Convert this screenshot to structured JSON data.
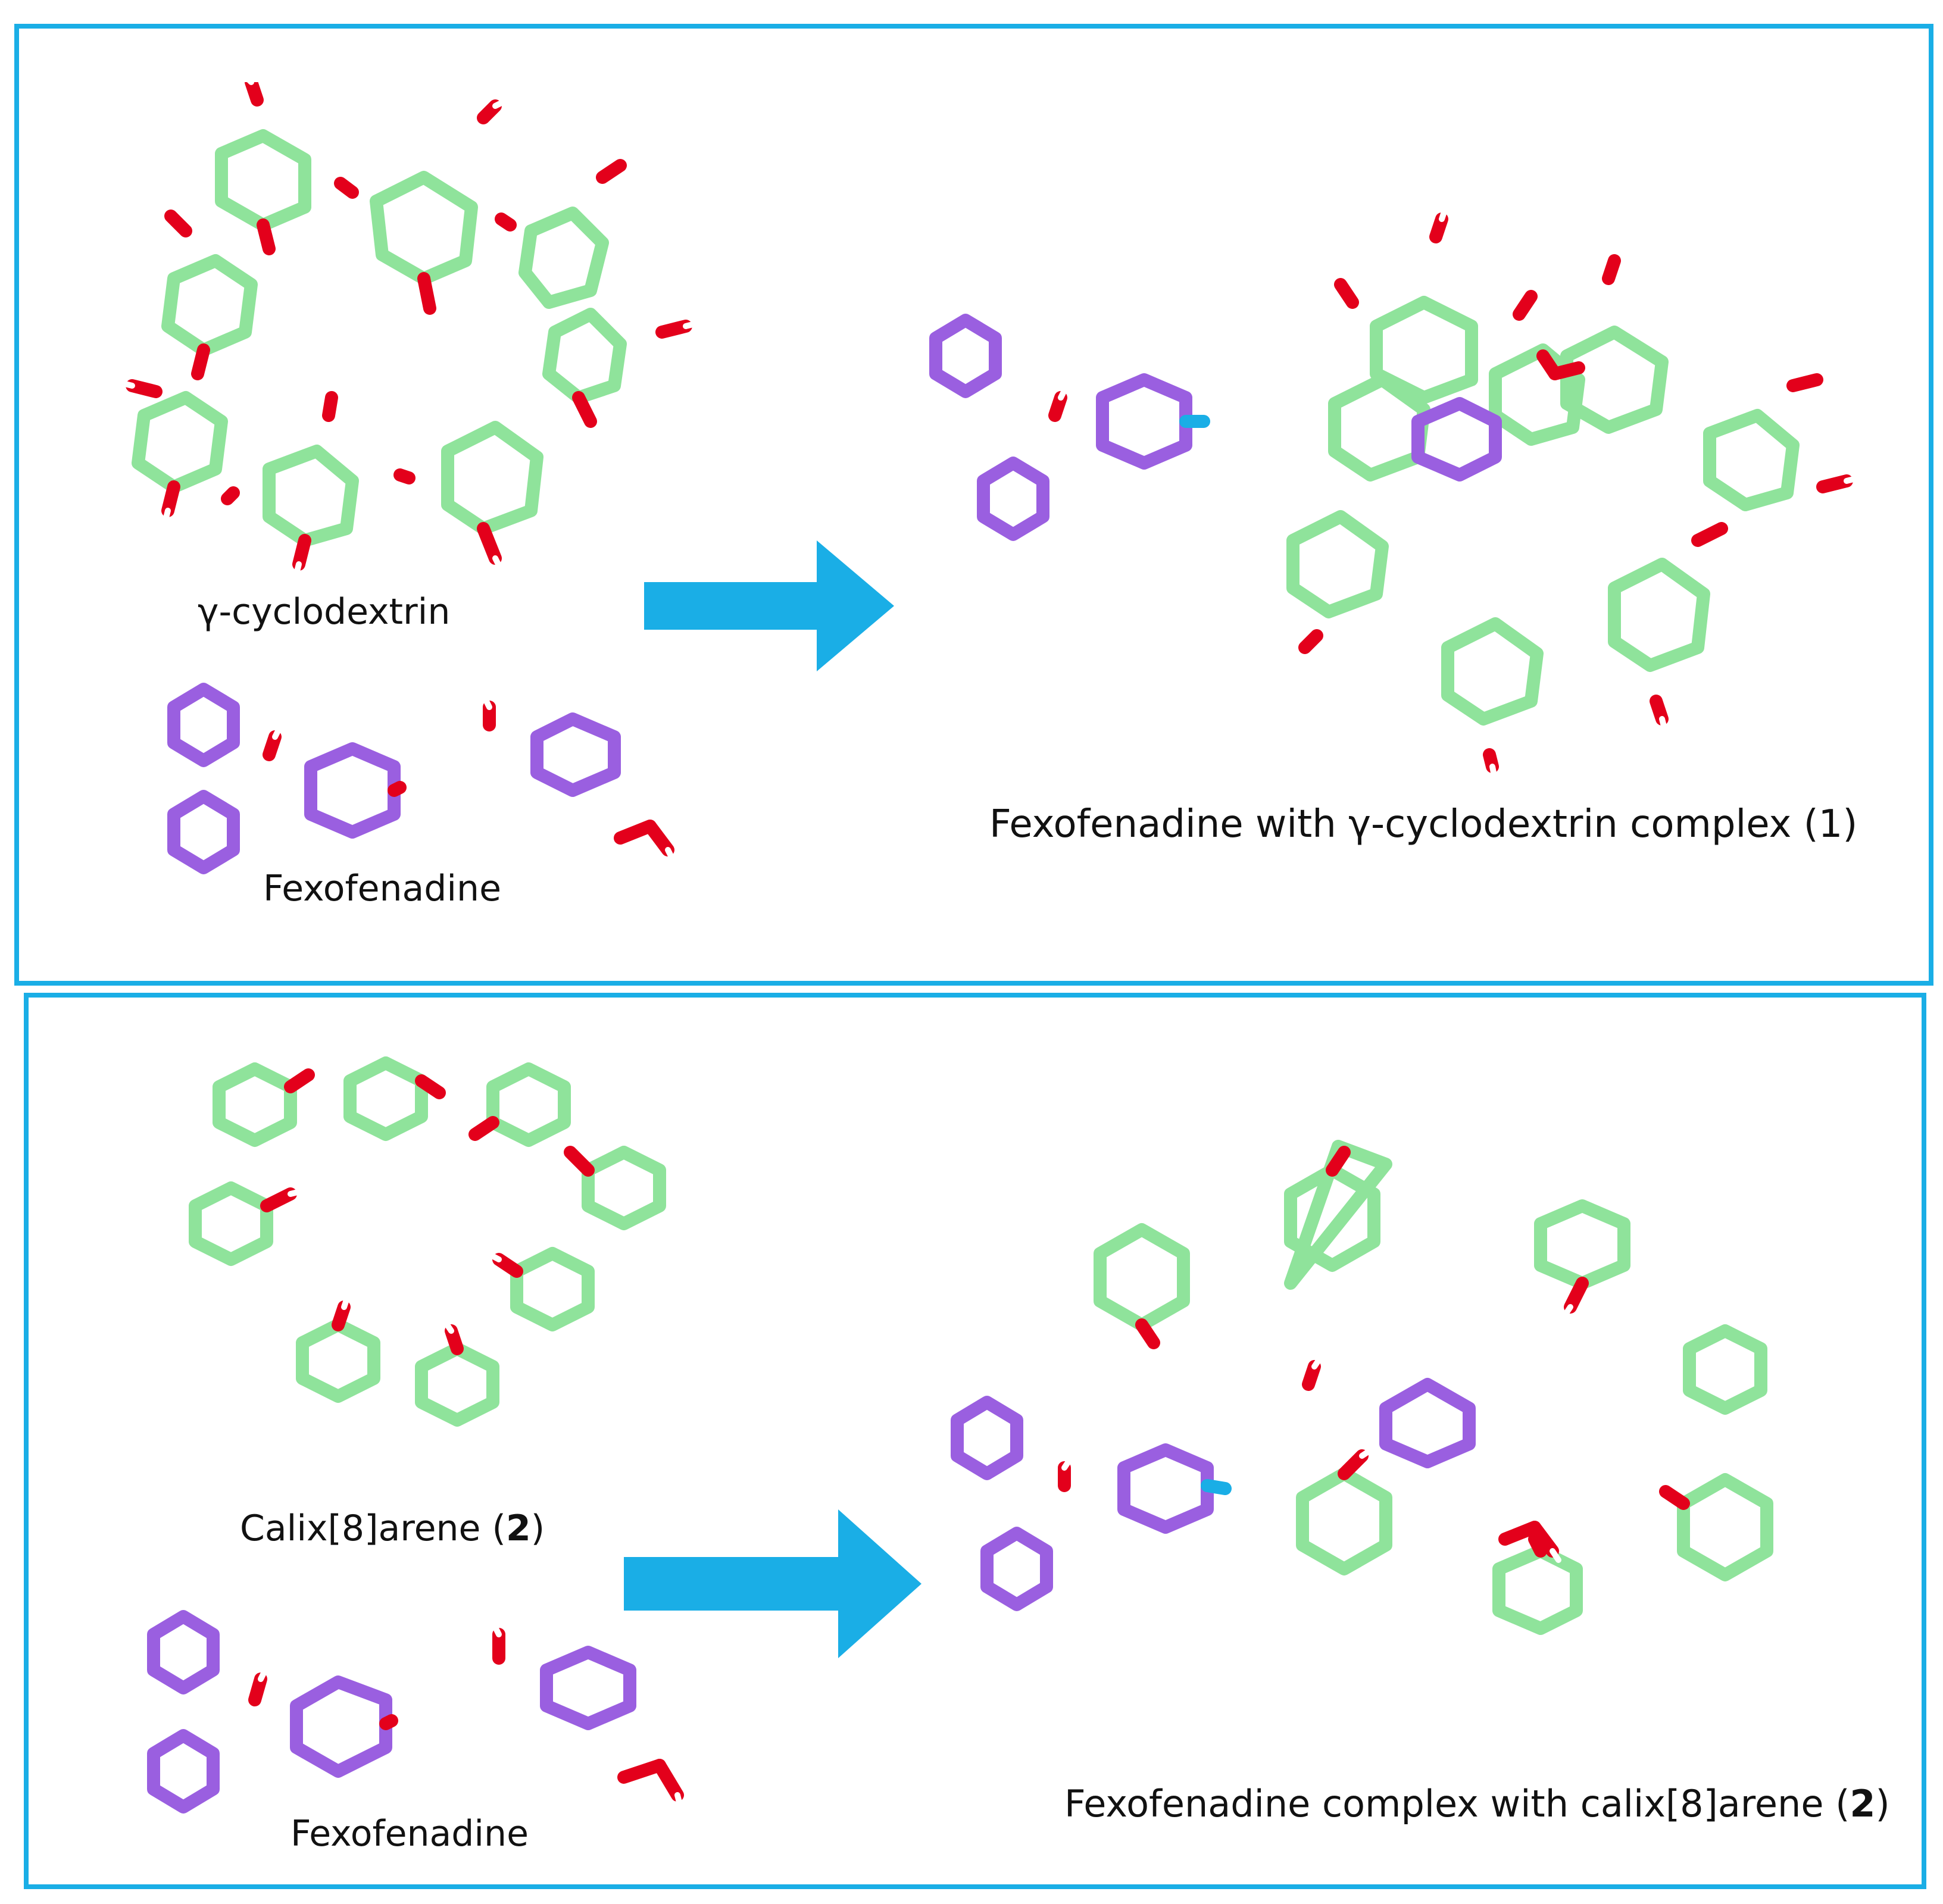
{
  "panel_top": {
    "host_label": "γ-cyclodextrin",
    "guest_label": "Fexofenadine",
    "complex_label": "Fexofenadine with γ-cyclodextrin complex (1)"
  },
  "panel_bottom": {
    "host_label_text": "Calix[8]arene (",
    "host_label_num": "2",
    "host_label_close": ")",
    "guest_label": "Fexofenadine",
    "complex_label_text": "Fexofenadine  complex with calix[8]arene (",
    "complex_label_num": "2",
    "complex_label_close": ")"
  },
  "colors": {
    "frame": "#1aaee6",
    "arrow": "#1aaee6",
    "host_carbon": "#8fe39b",
    "guest_carbon": "#9a5fe0",
    "oxygen": "#e3001b",
    "nitrogen": "#1aaee6",
    "hydrogen": "#ffffff"
  }
}
